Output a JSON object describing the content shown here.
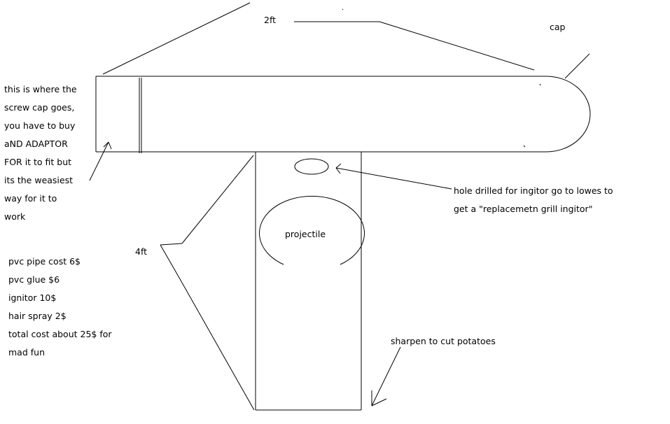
{
  "colors": {
    "background": "#ffffff",
    "ink": "#000000"
  },
  "labels": {
    "length_top": "2ft",
    "cap": "cap",
    "screw_cap_note": [
      "this is where the",
      "screw cap goes,",
      "you have to buy",
      "aND ADAPTOR",
      "FOR it to fit but",
      "its the weasiest",
      "way for it to",
      "work"
    ],
    "ignitor_hole_note": [
      "hole drilled for ingitor go to lowes to",
      "get a \"replacemetn grill ingitor\""
    ],
    "projectile": "projectile",
    "length_side": "4ft",
    "cost_list": [
      "pvc pipe cost 6$",
      "pvc glue $6",
      "ignitor 10$",
      "hair spray 2$",
      "total cost about 25$ for",
      "mad fun"
    ],
    "sharpen_note": "sharpen to cut potatoes"
  }
}
